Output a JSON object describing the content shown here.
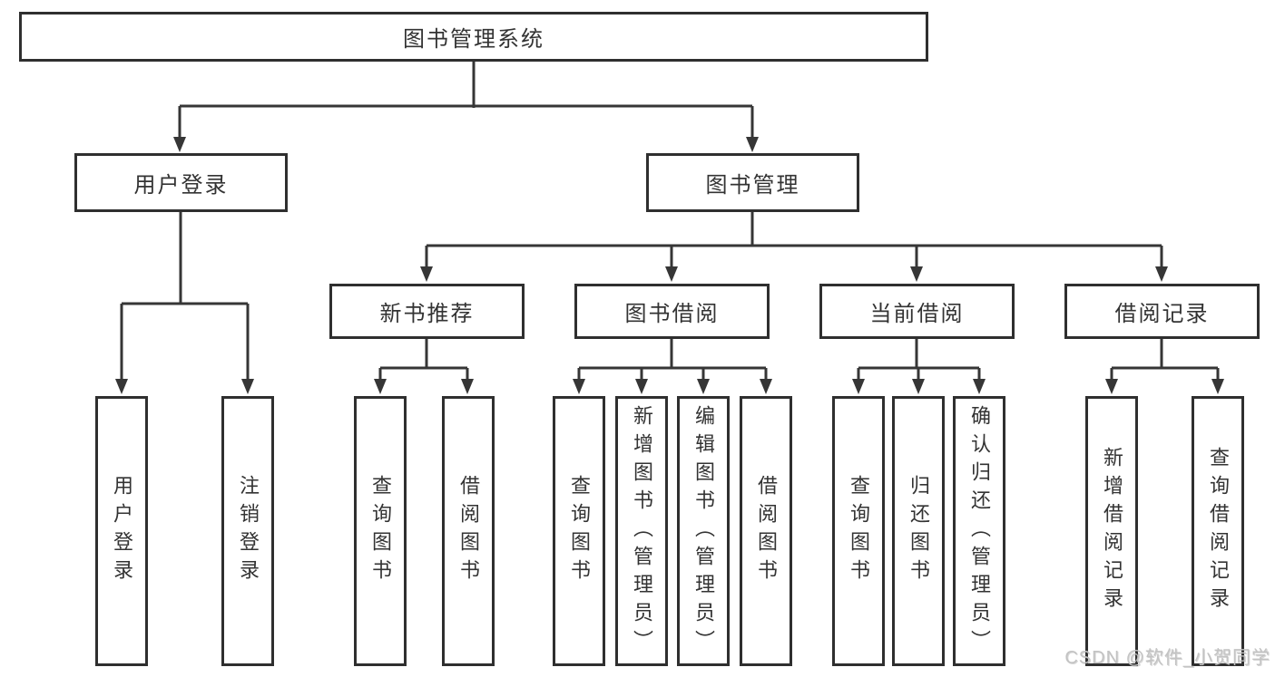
{
  "diagram": {
    "root": {
      "label": "图书管理系统"
    },
    "level2": {
      "user_login": {
        "label": "用户登录"
      },
      "book_management": {
        "label": "图书管理"
      }
    },
    "level3": {
      "new_book_recommend": {
        "label": "新书推荐"
      },
      "book_borrow": {
        "label": "图书借阅"
      },
      "current_borrow": {
        "label": "当前借阅"
      },
      "borrow_records": {
        "label": "借阅记录"
      }
    },
    "leaves": {
      "user_login": {
        "label": "用户登录"
      },
      "logout": {
        "label": "注销登录"
      },
      "rec_query_books": {
        "label": "查询图书"
      },
      "rec_borrow_books": {
        "label": "借阅图书"
      },
      "bb_query_books": {
        "label": "查询图书"
      },
      "bb_add_books": {
        "label": "新增图书（管理员）"
      },
      "bb_edit_books": {
        "label": "编辑图书（管理员）"
      },
      "bb_borrow_books": {
        "label": "借阅图书"
      },
      "cb_query_books": {
        "label": "查询图书"
      },
      "cb_return_books": {
        "label": "归还图书"
      },
      "cb_confirm_return": {
        "label": "确认归还（管理员）"
      },
      "br_add_record": {
        "label": "新增借阅记录"
      },
      "br_query_record": {
        "label": "查询借阅记录"
      }
    }
  },
  "watermark": {
    "text": "CSDN @软件_小贺同学"
  },
  "colors": {
    "line": "#363636",
    "box_border": "#2f2f2f",
    "text": "#333333",
    "background": "#ffffff",
    "watermark": "#c3c3c3"
  }
}
